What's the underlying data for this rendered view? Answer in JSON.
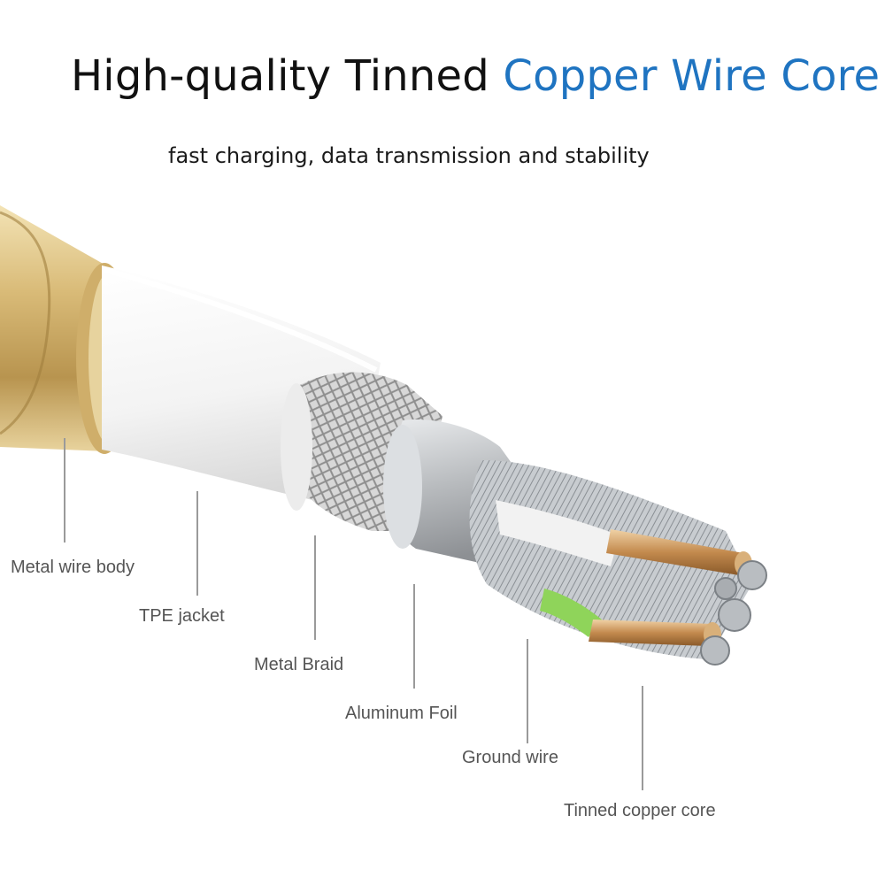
{
  "header": {
    "title_main": "High-quality Tinned",
    "title_accent": "Copper Wire Core",
    "subtitle": "fast charging, data transmission and stability"
  },
  "colors": {
    "accent": "#1f74c1",
    "gold": "#d4b774",
    "jacket": "#f7f7f7",
    "braid": "#c7c7c7",
    "foil": "#bfc2c5",
    "copper": "#c9925a",
    "ground": "#8fd45a"
  },
  "callouts": [
    {
      "id": "metal-wire-body",
      "label": "Metal wire body"
    },
    {
      "id": "tpe-jacket",
      "label": "TPE jacket"
    },
    {
      "id": "metal-braid",
      "label": "Metal Braid"
    },
    {
      "id": "aluminum-foil",
      "label": "Aluminum Foil"
    },
    {
      "id": "ground-wire",
      "label": "Ground wire"
    },
    {
      "id": "tinned-copper-core",
      "label": "Tinned copper core"
    }
  ]
}
